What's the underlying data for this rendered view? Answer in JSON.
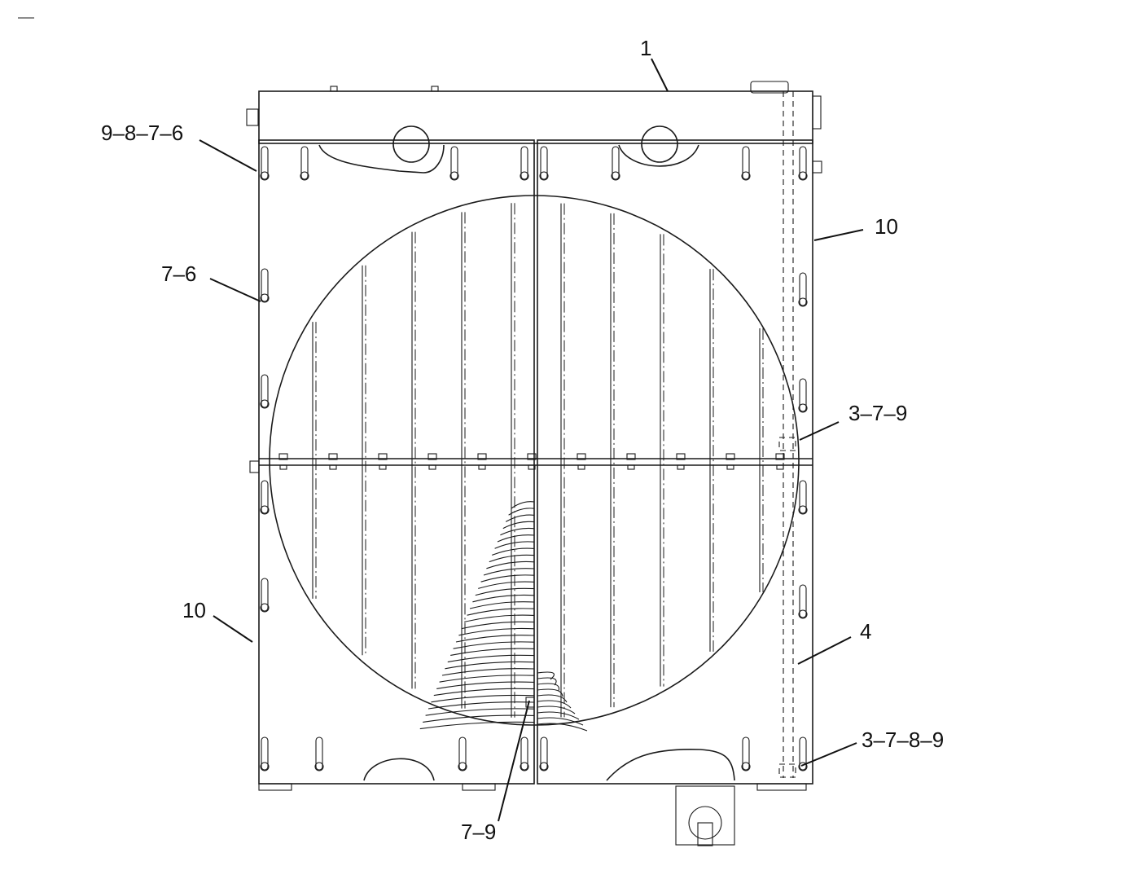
{
  "callouts": [
    {
      "id": "1",
      "text": "1"
    },
    {
      "id": "9-8-7-6",
      "text": "9–8–7–6"
    },
    {
      "id": "10-top",
      "text": "10"
    },
    {
      "id": "7-6",
      "text": "7–6"
    },
    {
      "id": "3-7-9",
      "text": "3–7–9"
    },
    {
      "id": "10-bottom",
      "text": "10"
    },
    {
      "id": "4",
      "text": "4"
    },
    {
      "id": "3-7-8-9",
      "text": "3–7–8–9"
    },
    {
      "id": "7-9",
      "text": "7–9"
    }
  ],
  "colors": {
    "line": "#1a1a1a",
    "background": "#ffffff"
  }
}
